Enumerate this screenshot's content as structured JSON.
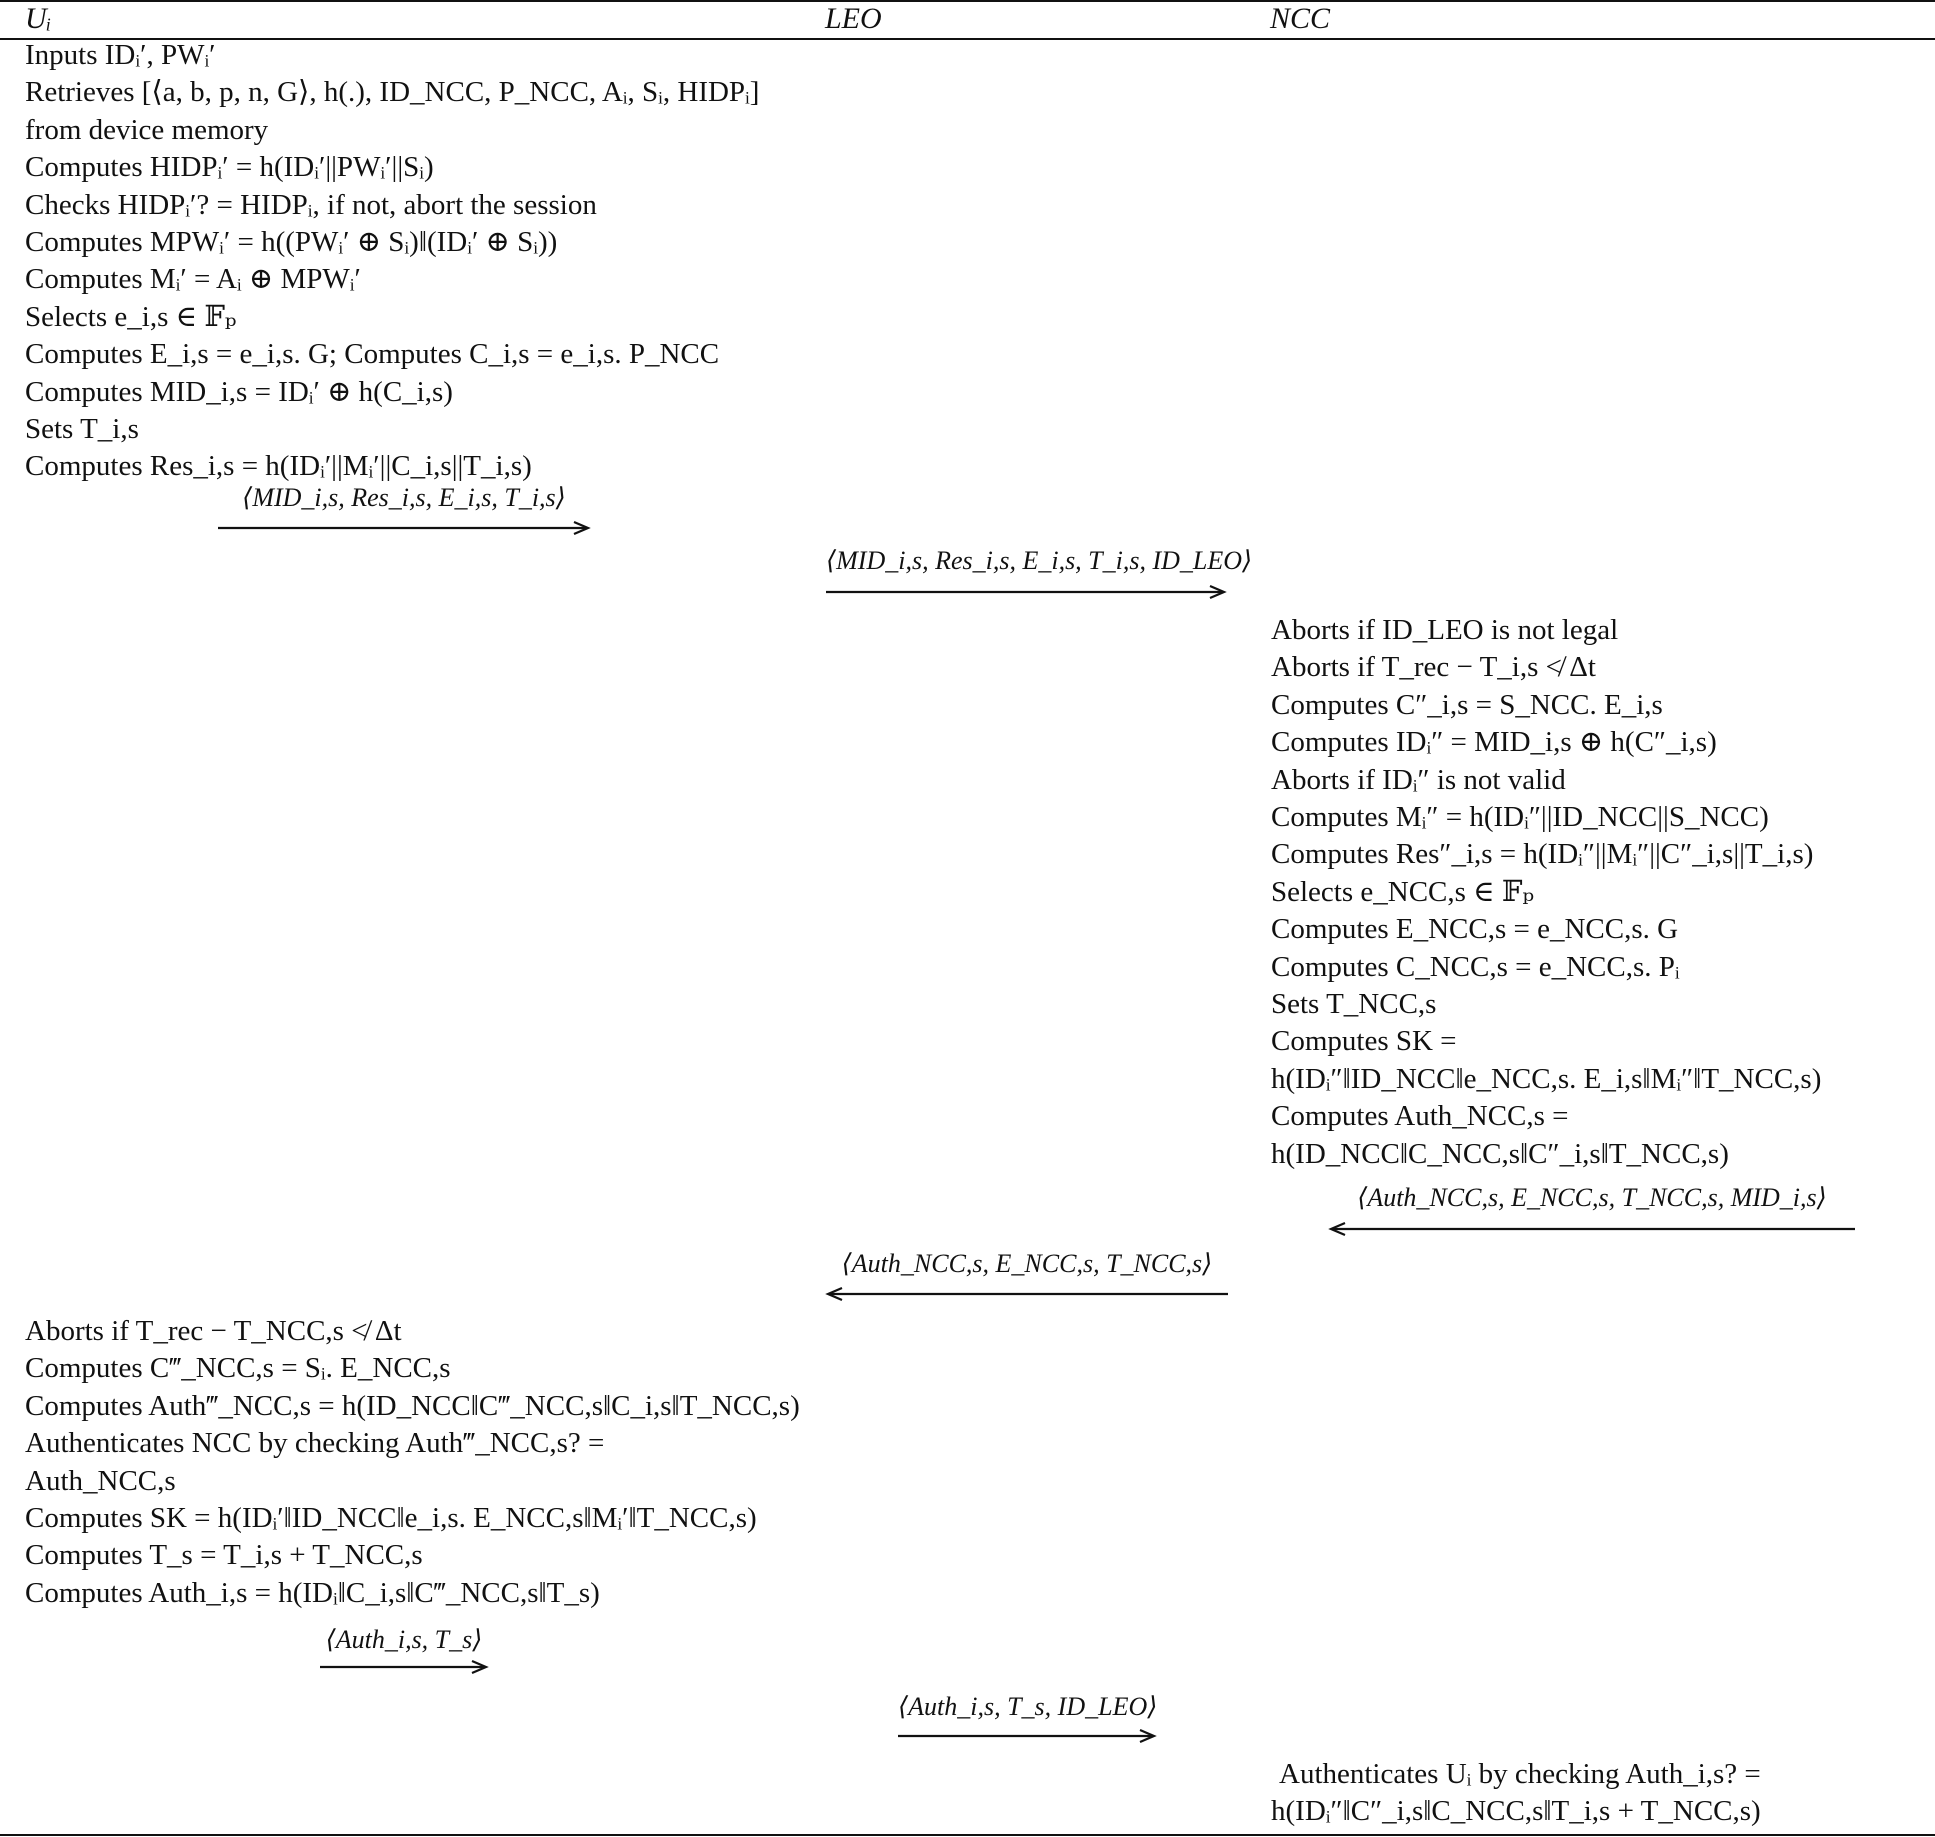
{
  "headers": {
    "user": "Uᵢ",
    "leo": "LEO",
    "ncc": "NCC"
  },
  "user_block_1": [
    "Inputs IDᵢ′, PWᵢ′",
    "Retrieves [⟨a, b, p, n, G⟩, h(.), ID_NCC, P_NCC, Aᵢ, Sᵢ, HIDPᵢ]",
    "from device memory",
    "Computes HIDPᵢ′ = h(IDᵢ′||PWᵢ′||Sᵢ)",
    "Checks HIDPᵢ′? = HIDPᵢ, if not, abort the session",
    "Computes MPWᵢ′ = h((PWᵢ′ ⊕ Sᵢ)‖(IDᵢ′ ⊕ Sᵢ))",
    "Computes Mᵢ′ = Aᵢ ⊕ MPWᵢ′",
    "Selects e_i,s ∈ 𝔽ₚ",
    "Computes E_i,s = e_i,s. G; Computes C_i,s = e_i,s. P_NCC",
    "Computes MID_i,s = IDᵢ′ ⊕ h(C_i,s)",
    "Sets T_i,s",
    "Computes Res_i,s = h(IDᵢ′||Mᵢ′||C_i,s||T_i,s)"
  ],
  "messages": {
    "m1": "⟨MID_i,s, Res_i,s, E_i,s, T_i,s⟩",
    "m2": "⟨MID_i,s, Res_i,s, E_i,s, T_i,s, ID_LEO⟩",
    "m3": "⟨Auth_NCC,s, E_NCC,s, T_NCC,s, MID_i,s⟩",
    "m4": "⟨Auth_NCC,s, E_NCC,s, T_NCC,s⟩",
    "m5": "⟨Auth_i,s, T_s⟩",
    "m6": "⟨Auth_i,s, T_s, ID_LEO⟩"
  },
  "ncc_block_1": [
    "Aborts if ID_LEO is not legal",
    "Aborts if T_rec − T_i,s ≮ Δt",
    "Computes C″_i,s = S_NCC. E_i,s",
    "Computes IDᵢ″ = MID_i,s ⊕ h(C″_i,s)",
    "Aborts if IDᵢ″ is not valid",
    "Computes Mᵢ″ = h(IDᵢ″||ID_NCC||S_NCC)",
    "Computes Res″_i,s = h(IDᵢ″||Mᵢ″||C″_i,s||T_i,s)",
    "Selects e_NCC,s ∈ 𝔽ₚ",
    "Computes E_NCC,s = e_NCC,s. G",
    "Computes C_NCC,s = e_NCC,s. Pᵢ",
    "Sets T_NCC,s",
    "Computes SK =",
    "h(IDᵢ″‖ID_NCC‖e_NCC,s. E_i,s‖Mᵢ″‖T_NCC,s)",
    "Computes Auth_NCC,s =",
    "h(ID_NCC‖C_NCC,s‖C″_i,s‖T_NCC,s)"
  ],
  "user_block_2": [
    "Aborts if T_rec − T_NCC,s ≮ Δt",
    "Computes C‴_NCC,s = Sᵢ. E_NCC,s",
    "Computes Auth‴_NCC,s = h(ID_NCC‖C‴_NCC,s‖C_i,s‖T_NCC,s)",
    "Authenticates NCC by checking Auth‴_NCC,s? =",
    "Auth_NCC,s",
    "Computes SK = h(IDᵢ′‖ID_NCC‖e_i,s. E_NCC,s‖Mᵢ′‖T_NCC,s)",
    "Computes T_s = T_i,s + T_NCC,s",
    "Computes Auth_i,s = h(IDᵢ‖C_i,s‖C‴_NCC,s‖T_s)"
  ],
  "ncc_block_2": [
    "Authenticates Uᵢ by checking Auth_i,s? =",
    "h(IDᵢ″‖C″_i,s‖C_NCC,s‖T_i,s + T_NCC,s)"
  ]
}
